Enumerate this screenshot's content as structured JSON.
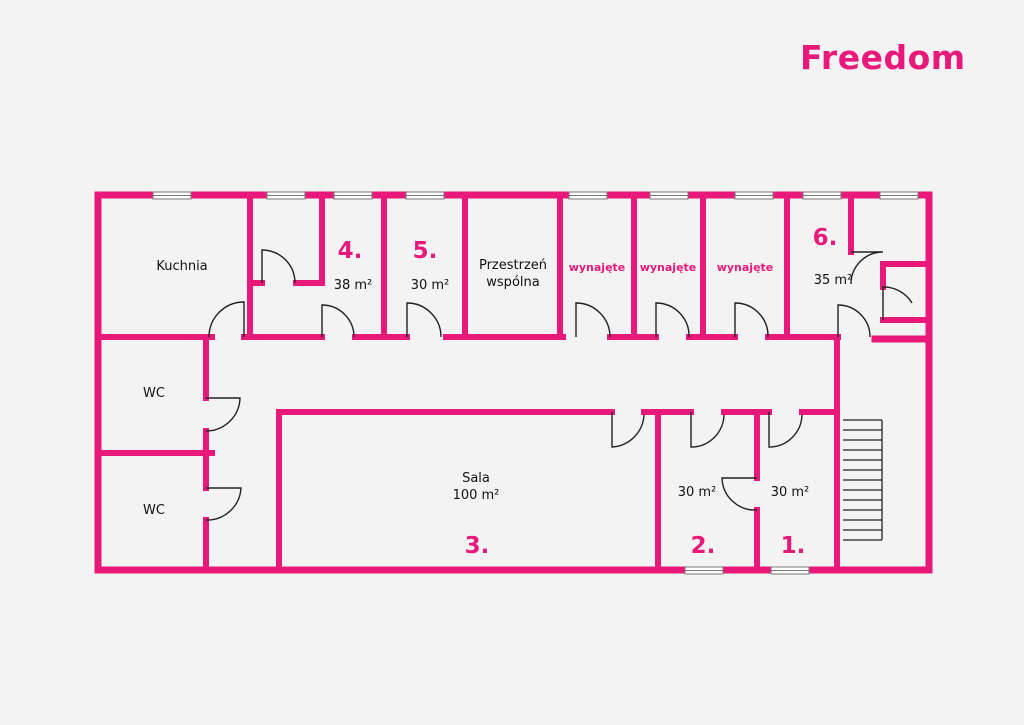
{
  "brand": {
    "name": "Freedom",
    "color": "#e8197a"
  },
  "colors": {
    "wall": "#e8197a",
    "door": "#222222",
    "background": "#f3f3f3"
  },
  "rooms": {
    "kitchen": {
      "name": "Kuchnia"
    },
    "wc_top": {
      "name": "WC"
    },
    "wc_bottom": {
      "name": "WC"
    },
    "office_4": {
      "number": "4.",
      "area": "38 m²"
    },
    "office_5": {
      "number": "5.",
      "area": "30 m²"
    },
    "common_space": {
      "line1": "Przestrzeń",
      "line2": "wspólna"
    },
    "rented_1": {
      "status": "wynajęte"
    },
    "rented_2": {
      "status": "wynajęte"
    },
    "rented_3": {
      "status": "wynajęte"
    },
    "office_6": {
      "number": "6.",
      "area": "35 m²"
    },
    "hall_3": {
      "name": "Sala",
      "area": "100 m²",
      "number": "3."
    },
    "office_2": {
      "area": "30 m²",
      "number": "2."
    },
    "office_1": {
      "area": "30 m²",
      "number": "1."
    }
  }
}
